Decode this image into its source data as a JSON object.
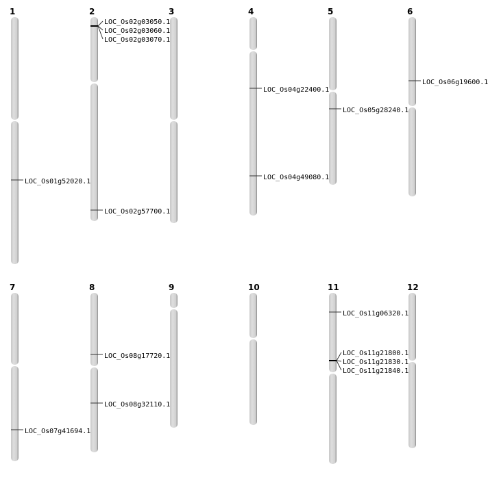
{
  "title": "Chromosome gene location map",
  "colors": {
    "chromosome_fill": "#d4d4d4",
    "chromosome_shadow": "#8a8a8a",
    "marker": "#333333"
  },
  "chromosomes": [
    {
      "name": "1",
      "genes": [
        "LOC_Os01g52020.1"
      ]
    },
    {
      "name": "2",
      "genes": [
        "LOC_Os02g03050.1",
        "LOC_Os02g03060.1",
        "LOC_Os02g03070.1",
        "LOC_Os02g57700.1"
      ]
    },
    {
      "name": "3",
      "genes": []
    },
    {
      "name": "4",
      "genes": [
        "LOC_Os04g22400.1",
        "LOC_Os04g49080.1"
      ]
    },
    {
      "name": "5",
      "genes": [
        "LOC_Os05g28240.1"
      ]
    },
    {
      "name": "6",
      "genes": [
        "LOC_Os06g19600.1"
      ]
    },
    {
      "name": "7",
      "genes": [
        "LOC_Os07g41694.1"
      ]
    },
    {
      "name": "8",
      "genes": [
        "LOC_Os08g17720.1",
        "LOC_Os08g32110.1"
      ]
    },
    {
      "name": "9",
      "genes": []
    },
    {
      "name": "10",
      "genes": []
    },
    {
      "name": "11",
      "genes": [
        "LOC_Os11g06320.1",
        "LOC_Os11g21800.1",
        "LOC_Os11g21830.1",
        "LOC_Os11g21840.1"
      ]
    },
    {
      "name": "12",
      "genes": []
    }
  ]
}
